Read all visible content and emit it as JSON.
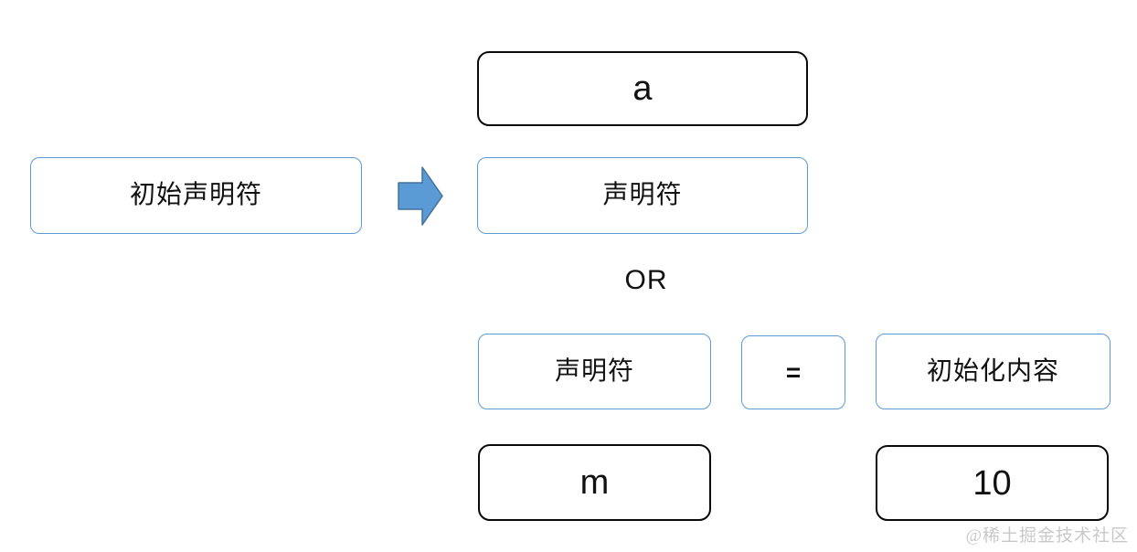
{
  "colors": {
    "background": "#ffffff",
    "blue_border": "#5B9BD5",
    "black_border": "#0a0a0a",
    "arrow_fill": "#5B9BD5",
    "arrow_stroke": "#41719C",
    "text": "#111111",
    "watermark": "#c9c9c9"
  },
  "icons": {
    "arrow": "right-block-arrow-icon"
  },
  "nodes": {
    "initial_declarator": "初始声明符",
    "a_value": "a",
    "declarator_result": "声明符",
    "or_label": "OR",
    "declarator": "声明符",
    "equals_sign": "=",
    "initializer": "初始化内容",
    "m_value": "m",
    "ten_value": "10"
  },
  "watermark": "@稀土掘金技术社区"
}
